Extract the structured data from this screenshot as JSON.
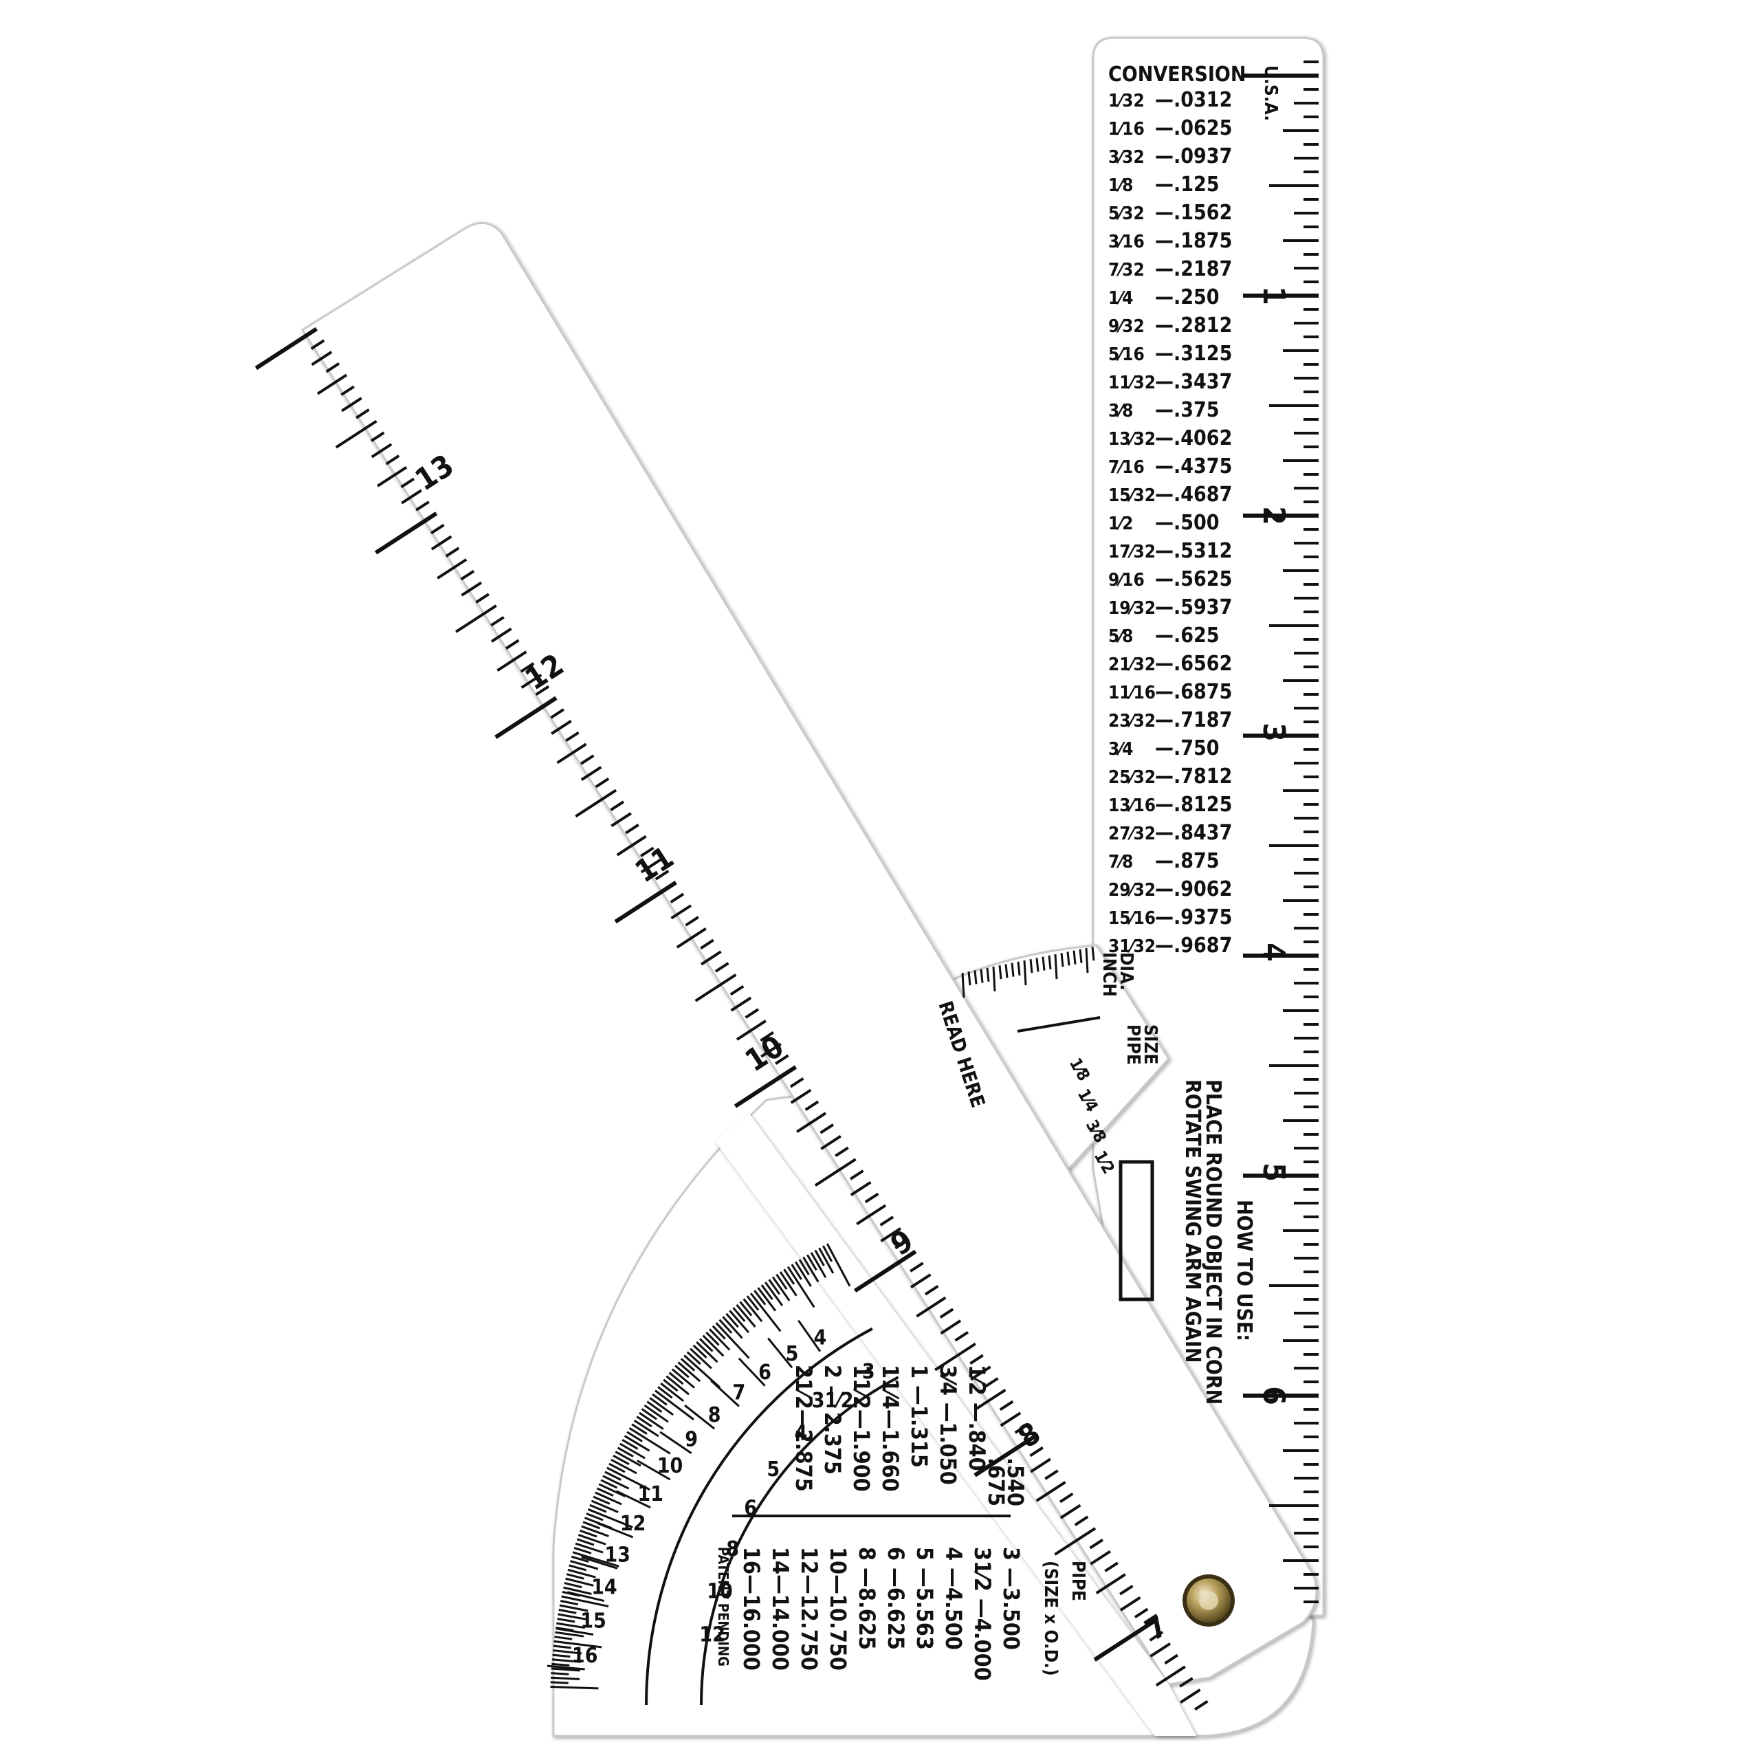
{
  "colors": {
    "body": "#ffffff",
    "ink": "#111111",
    "edge": "#c9c9c9",
    "rivet": "#b9a25e"
  },
  "conversion": {
    "title": "CONVERSION",
    "usa_label": "U.S.A.",
    "rows": [
      {
        "frac": "1⁄32",
        "dec": "—.0312"
      },
      {
        "frac": "1⁄16",
        "dec": "—.0625"
      },
      {
        "frac": "3⁄32",
        "dec": "—.0937"
      },
      {
        "frac": "1⁄8",
        "dec": "—.125"
      },
      {
        "frac": "5⁄32",
        "dec": "—.1562"
      },
      {
        "frac": "3⁄16",
        "dec": "—.1875"
      },
      {
        "frac": "7⁄32",
        "dec": "—.2187"
      },
      {
        "frac": "1⁄4",
        "dec": "—.250"
      },
      {
        "frac": "9⁄32",
        "dec": "—.2812"
      },
      {
        "frac": "5⁄16",
        "dec": "—.3125"
      },
      {
        "frac": "11⁄32",
        "dec": "—.3437"
      },
      {
        "frac": "3⁄8",
        "dec": "—.375"
      },
      {
        "frac": "13⁄32",
        "dec": "—.4062"
      },
      {
        "frac": "7⁄16",
        "dec": "—.4375"
      },
      {
        "frac": "15⁄32",
        "dec": "—.4687"
      },
      {
        "frac": "1⁄2",
        "dec": "—.500"
      },
      {
        "frac": "17⁄32",
        "dec": "—.5312"
      },
      {
        "frac": "9⁄16",
        "dec": "—.5625"
      },
      {
        "frac": "19⁄32",
        "dec": "—.5937"
      },
      {
        "frac": "5⁄8",
        "dec": "—.625"
      },
      {
        "frac": "21⁄32",
        "dec": "—.6562"
      },
      {
        "frac": "11⁄16",
        "dec": "—.6875"
      },
      {
        "frac": "23⁄32",
        "dec": "—.7187"
      },
      {
        "frac": "3⁄4",
        "dec": "—.750"
      },
      {
        "frac": "25⁄32",
        "dec": "—.7812"
      },
      {
        "frac": "13⁄16",
        "dec": "—.8125"
      },
      {
        "frac": "27⁄32",
        "dec": "—.8437"
      },
      {
        "frac": "7⁄8",
        "dec": "—.875"
      },
      {
        "frac": "29⁄32",
        "dec": "—.9062"
      },
      {
        "frac": "15⁄16",
        "dec": "—.9375"
      },
      {
        "frac": "31⁄32",
        "dec": "—.9687"
      }
    ]
  },
  "right_ruler_numbers": [
    "1",
    "2",
    "3",
    "4",
    "5",
    "6"
  ],
  "left_ruler_numbers": [
    "13",
    "12",
    "11",
    "10",
    "9",
    "8",
    "7"
  ],
  "labels": {
    "inch_dia": [
      "INCH",
      "DIA."
    ],
    "pipe_size": [
      "PIPE",
      "SIZE"
    ],
    "read_here": "READ HERE",
    "how_to_use": "HOW TO USE:",
    "instr1": "PLACE ROUND OBJECT IN CORN",
    "instr2": "ROTATE SWING ARM AGAIN",
    "patent": "PATENT PENDING",
    "size_od": "(SIZE x O.D.)",
    "pipe": "PIPE"
  },
  "dial_inner_numbers": [
    "1⁄8",
    "1⁄4",
    "3⁄8",
    "1⁄2"
  ],
  "dial_inch_numbers": [
    "4",
    "5",
    "6",
    "7",
    "8",
    "9",
    "10",
    "11",
    "12",
    "13",
    "14",
    "15",
    "16"
  ],
  "dial_pipe_numbers": [
    "3",
    "31⁄2",
    "4",
    "5",
    "6",
    "8",
    "10",
    "12"
  ],
  "pipe_table_left": [
    "1⁄2 —.840",
    "3⁄4 —1.050",
    "1 —1.315",
    "11⁄4—1.660",
    "11⁄2—1.900",
    "2 — 2.375",
    "21⁄2—2.875"
  ],
  "pipe_table_partial": [
    ".540",
    ".675"
  ],
  "pipe_table_right": [
    "3 —3.500",
    "31⁄2 —4.000",
    "4 —4.500",
    "5 —5.563",
    "6 —6.625",
    "8 —8.625",
    "10—10.750",
    "12—12.750",
    "14—14.000",
    "16—16.000"
  ]
}
